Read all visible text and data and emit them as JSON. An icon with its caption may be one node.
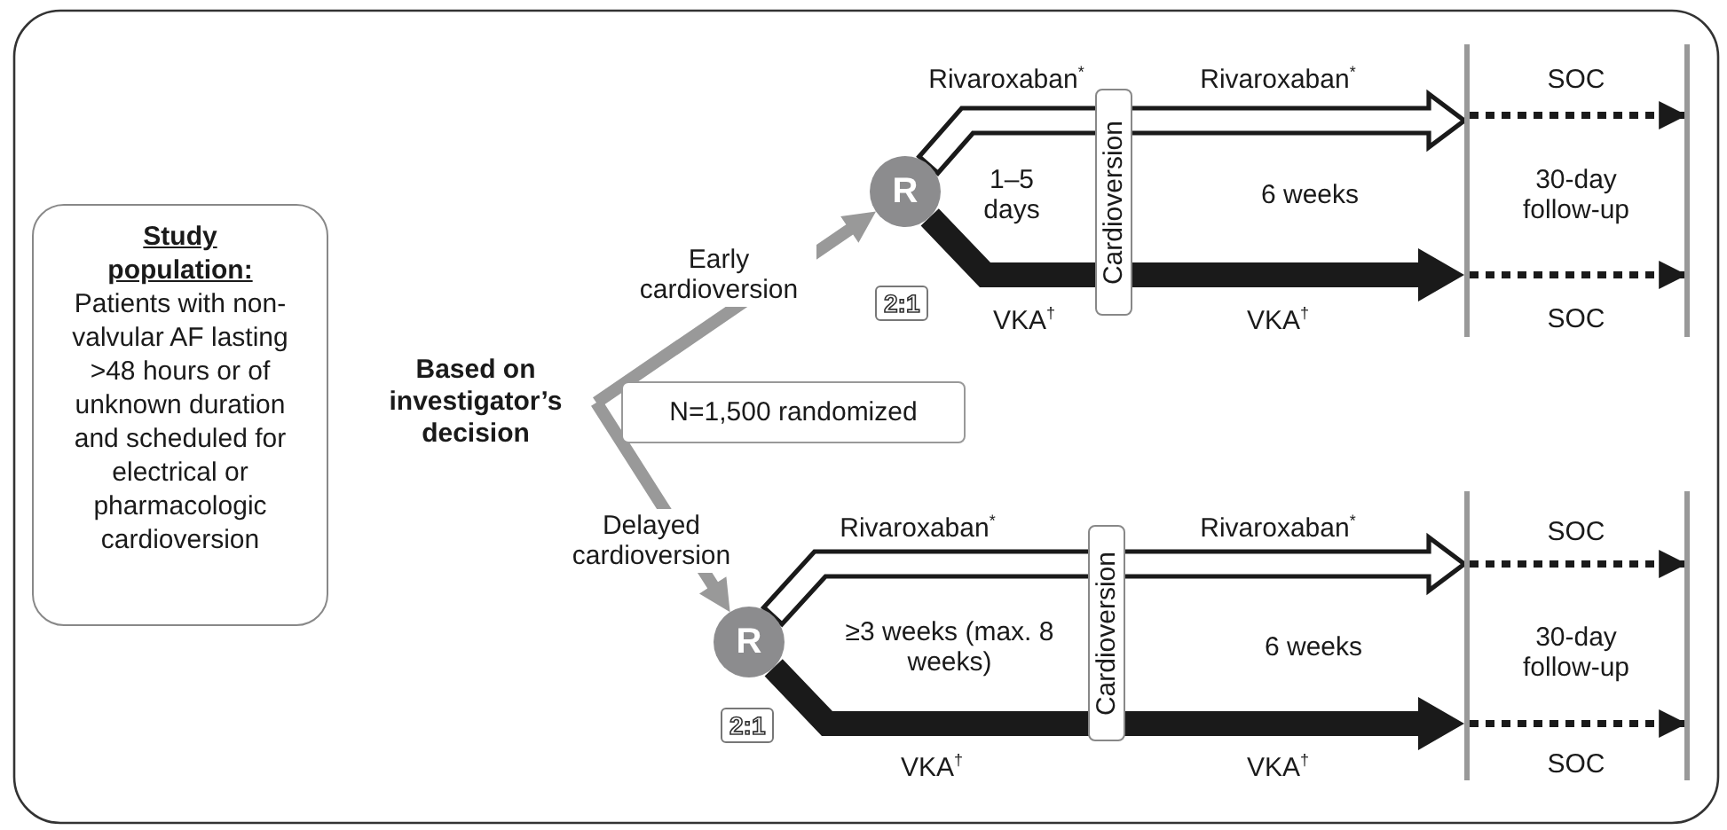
{
  "diagram": {
    "nodes": [
      {
        "text": [
          "Study population:",
          "Patients with non-valvular AF lasting >48 hours or of unknown duration and scheduled for electrical or pharmacologic cardioversion"
        ]
      },
      {
        "text": [
          "Based on investigator’s decision"
        ]
      },
      {
        "text": [
          "N=1,500 randomized"
        ]
      },
      {
        "text": [
          "R"
        ],
        "beside": [
          "2:1"
        ]
      },
      {
        "text": [
          "R"
        ],
        "beside": [
          "2:1"
        ]
      },
      {
        "text": [
          "Cardioversion"
        ]
      },
      {
        "text": [
          "Cardioversion"
        ]
      },
      {
        "text": [],
        "shape": "bar"
      },
      {
        "text": [],
        "shape": "bar"
      },
      {
        "text": [],
        "shape": "bar"
      },
      {
        "text": [],
        "shape": "bar"
      }
    ],
    "edges": [
      {
        "from": 1,
        "to": 3,
        "arrow": "to",
        "label": "Early cardioversion",
        "style": "thick",
        "color": "#999999"
      },
      {
        "from": 1,
        "to": 4,
        "arrow": "to",
        "label": "Delayed cardioversion",
        "style": "thick",
        "color": "#999999"
      },
      {
        "from": 3,
        "to": 7,
        "arrow": "to",
        "style": "thick",
        "color": "#ffffff"
      },
      {
        "from": 3,
        "to": 7,
        "arrow": "to",
        "style": "thick"
      },
      {
        "from": 7,
        "to": 8,
        "arrow": "to",
        "style": "dashed"
      },
      {
        "from": 7,
        "to": 8,
        "arrow": "to",
        "style": "dashed"
      },
      {
        "from": 4,
        "to": 9,
        "arrow": "to",
        "style": "thick",
        "color": "#ffffff"
      },
      {
        "from": 4,
        "to": 9,
        "arrow": "to",
        "style": "thick"
      },
      {
        "from": 9,
        "to": 10,
        "arrow": "to",
        "style": "dashed"
      },
      {
        "from": 9,
        "to": 10,
        "arrow": "to",
        "style": "dashed"
      }
    ],
    "labels": [
      "Rivaroxaban$^{*}$",
      "Rivaroxaban$^{*}$",
      "SOC",
      "1–5 days",
      "6 weeks",
      "30-day follow-up",
      "VKA$^{†}$",
      "VKA$^{†}$",
      "SOC",
      "Rivaroxaban$^{*}$",
      "Rivaroxaban$^{*}$",
      "SOC",
      "≥3 weeks (max. 8 weeks)",
      "6 weeks",
      "30-day follow-up",
      "VKA$^{†}$",
      "VKA$^{†}$",
      "SOC"
    ]
  }
}
